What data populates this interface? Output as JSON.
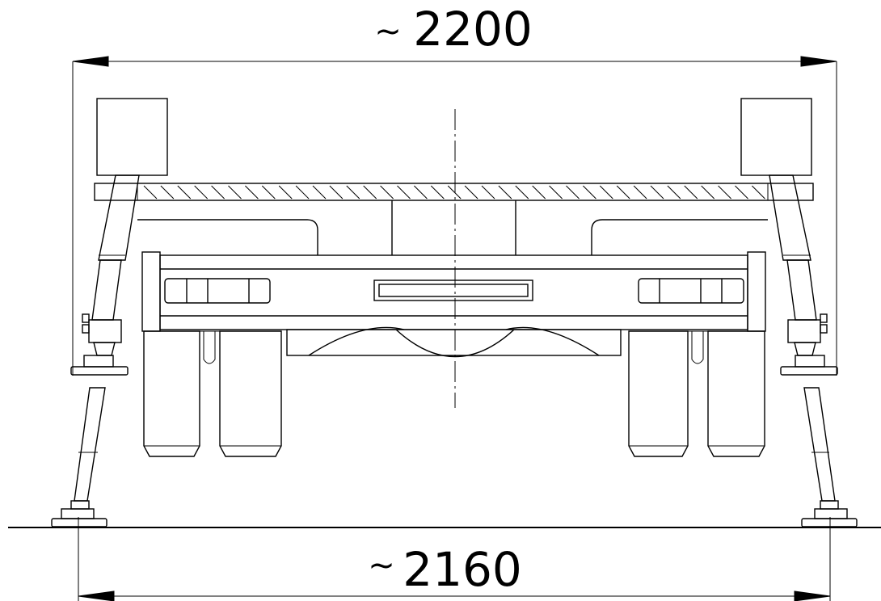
{
  "dimensions": {
    "top": {
      "label": "~2200",
      "prefix": "~",
      "value": "2200"
    },
    "bottom": {
      "label": "~2160",
      "prefix": "~",
      "value": "2160"
    }
  },
  "colors": {
    "line": "#000000",
    "background": "#ffffff"
  }
}
